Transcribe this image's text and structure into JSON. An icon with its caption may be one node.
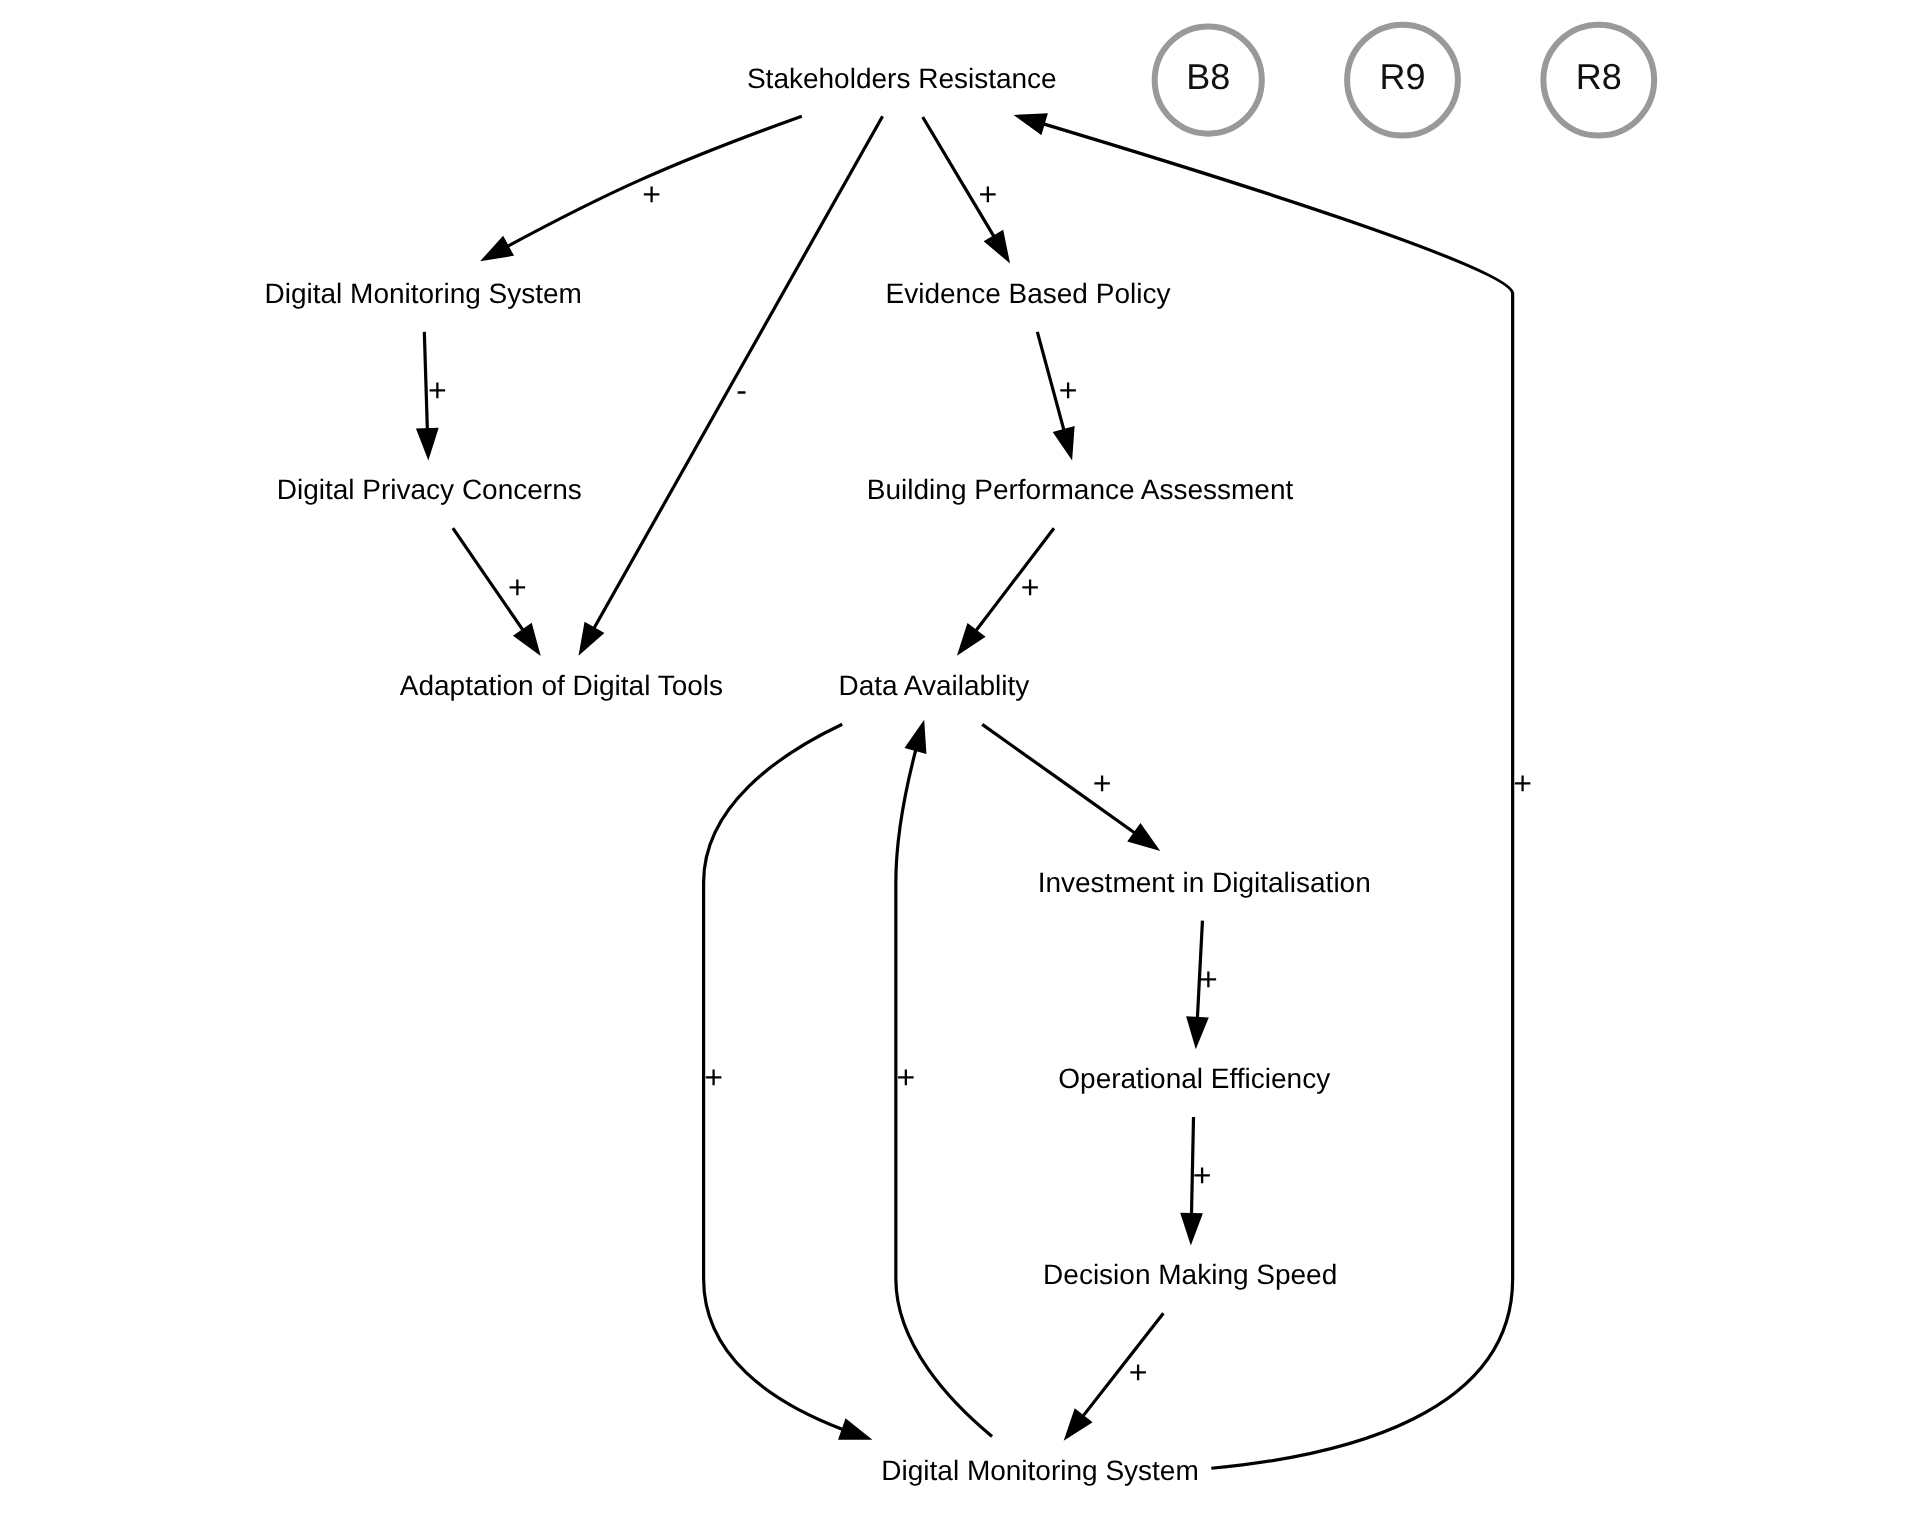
{
  "diagram": {
    "nodes": [
      {
        "text": [
          "Digital Privacy Concerns"
        ]
      },
      {
        "text": [
          "Digital Monitoring System"
        ]
      },
      {
        "text": [
          "Adaptation of Digital Tools"
        ]
      },
      {
        "text": [
          "Stakeholders Resistance"
        ]
      },
      {
        "text": [
          "Decision Making Speed"
        ]
      },
      {
        "text": [
          "Operational Efficiency"
        ]
      },
      {
        "text": [
          "Digital Monitoring System"
        ]
      },
      {
        "text": [
          "Evidence Based Policy"
        ]
      },
      {
        "text": [
          "Data Availablity"
        ]
      },
      {
        "text": [
          "Building Performance Assessment"
        ]
      },
      {
        "text": [
          "Investment in Digitalisation"
        ]
      }
    ],
    "edges": [
      {
        "from": 1,
        "to": 0,
        "arrow": "to",
        "label": "+"
      },
      {
        "from": 0,
        "to": 2,
        "arrow": "to",
        "label": "+"
      },
      {
        "from": 3,
        "to": 1,
        "arrow": "to",
        "label": "+"
      },
      {
        "from": 3,
        "to": 2,
        "arrow": "to",
        "label": "-"
      },
      {
        "from": 4,
        "to": 6,
        "arrow": "to",
        "label": "+"
      },
      {
        "from": 6,
        "to": 3,
        "arrow": "to",
        "label": "+"
      },
      {
        "from": 3,
        "to": 7,
        "arrow": "to",
        "label": "+"
      },
      {
        "from": 7,
        "to": 9,
        "arrow": "to",
        "label": "+"
      },
      {
        "from": 9,
        "to": 8,
        "arrow": "to",
        "label": "+"
      },
      {
        "from": 6,
        "to": 8,
        "arrow": "to",
        "label": "+"
      },
      {
        "from": 8,
        "to": 6,
        "arrow": "to",
        "label": "+"
      },
      {
        "from": 8,
        "to": 10,
        "arrow": "to",
        "label": "+"
      },
      {
        "from": 10,
        "to": 5,
        "arrow": "to",
        "label": "+"
      },
      {
        "from": 5,
        "to": 4,
        "arrow": "to",
        "label": "+"
      }
    ],
    "labels": [
      "B8",
      "R9",
      "R8"
    ]
  }
}
